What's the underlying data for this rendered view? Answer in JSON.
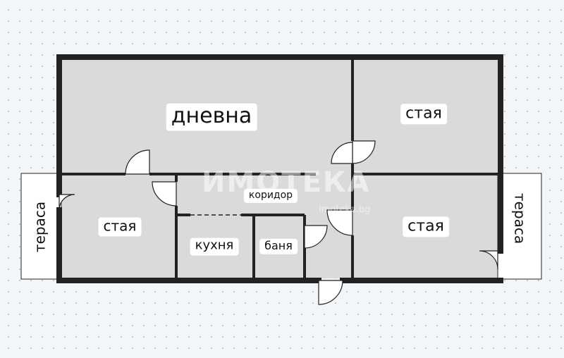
{
  "rooms": {
    "living": "дневна",
    "room_top_right": "стая",
    "corridor": "коридор",
    "room_left": "стая",
    "kitchen": "кухня",
    "bathroom": "баня",
    "room_bottom_right": "стая",
    "terrace_left": "тераса",
    "terrace_right": "тераса"
  },
  "watermark": {
    "brand": "ИМОТЕКА",
    "url": "imoteka.bg"
  }
}
